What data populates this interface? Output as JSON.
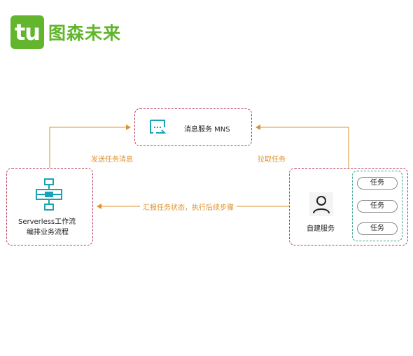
{
  "logo": {
    "mark": "tu",
    "name": "图森未来"
  },
  "mns": {
    "label": "消息服务 MNS"
  },
  "serverless": {
    "line1": "Serverless工作流",
    "line2": "编排业务流程"
  },
  "self_service": {
    "label": "自建服务"
  },
  "tasks": [
    "任务",
    "任务",
    "任务"
  ],
  "arrows": {
    "send_message": "发送任务消息",
    "pull_task": "拉取任务",
    "report": "汇报任务状态，执行后续步骤"
  },
  "colors": {
    "brand": "#62b52d",
    "box_border": "#b73a55",
    "group_border": "#3aa08c",
    "arrow": "#e0922a",
    "icon": "#1aa3b5"
  }
}
